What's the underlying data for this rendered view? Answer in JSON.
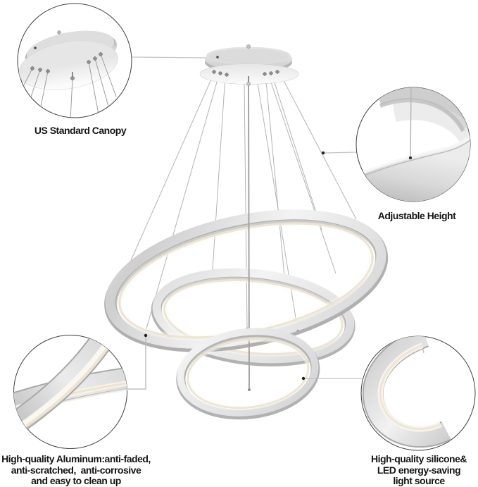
{
  "annotations": {
    "canopy": {
      "label": "US Standard Canopy"
    },
    "height": {
      "label": "Adjustable Height"
    },
    "aluminum": {
      "lines": [
        "High-quality Aluminum:anti-faded,",
        "anti-scratched,  anti-corrosive",
        "and easy to clean up"
      ]
    },
    "led": {
      "lines": [
        "High-quality silicone&",
        "LED energy-saving",
        "light source"
      ]
    }
  },
  "colors": {
    "background": "#ffffff",
    "text": "#161616",
    "metal_dark": "#b0b0b0",
    "metal_mid": "#d2d2d2",
    "metal_light": "#f3f3f3",
    "led_warm": "#ece4d2",
    "led_glow": "#fdfaf2",
    "wire": "#b4b4b4",
    "connector_line": "#c2c2c2",
    "callout_border": "#3f3f3f",
    "dot": "#1f1f1f"
  },
  "callouts": [
    {
      "name": "canopy",
      "position": "top-left"
    },
    {
      "name": "height",
      "position": "right"
    },
    {
      "name": "aluminum",
      "position": "bottom-left"
    },
    {
      "name": "led",
      "position": "bottom-right"
    }
  ]
}
